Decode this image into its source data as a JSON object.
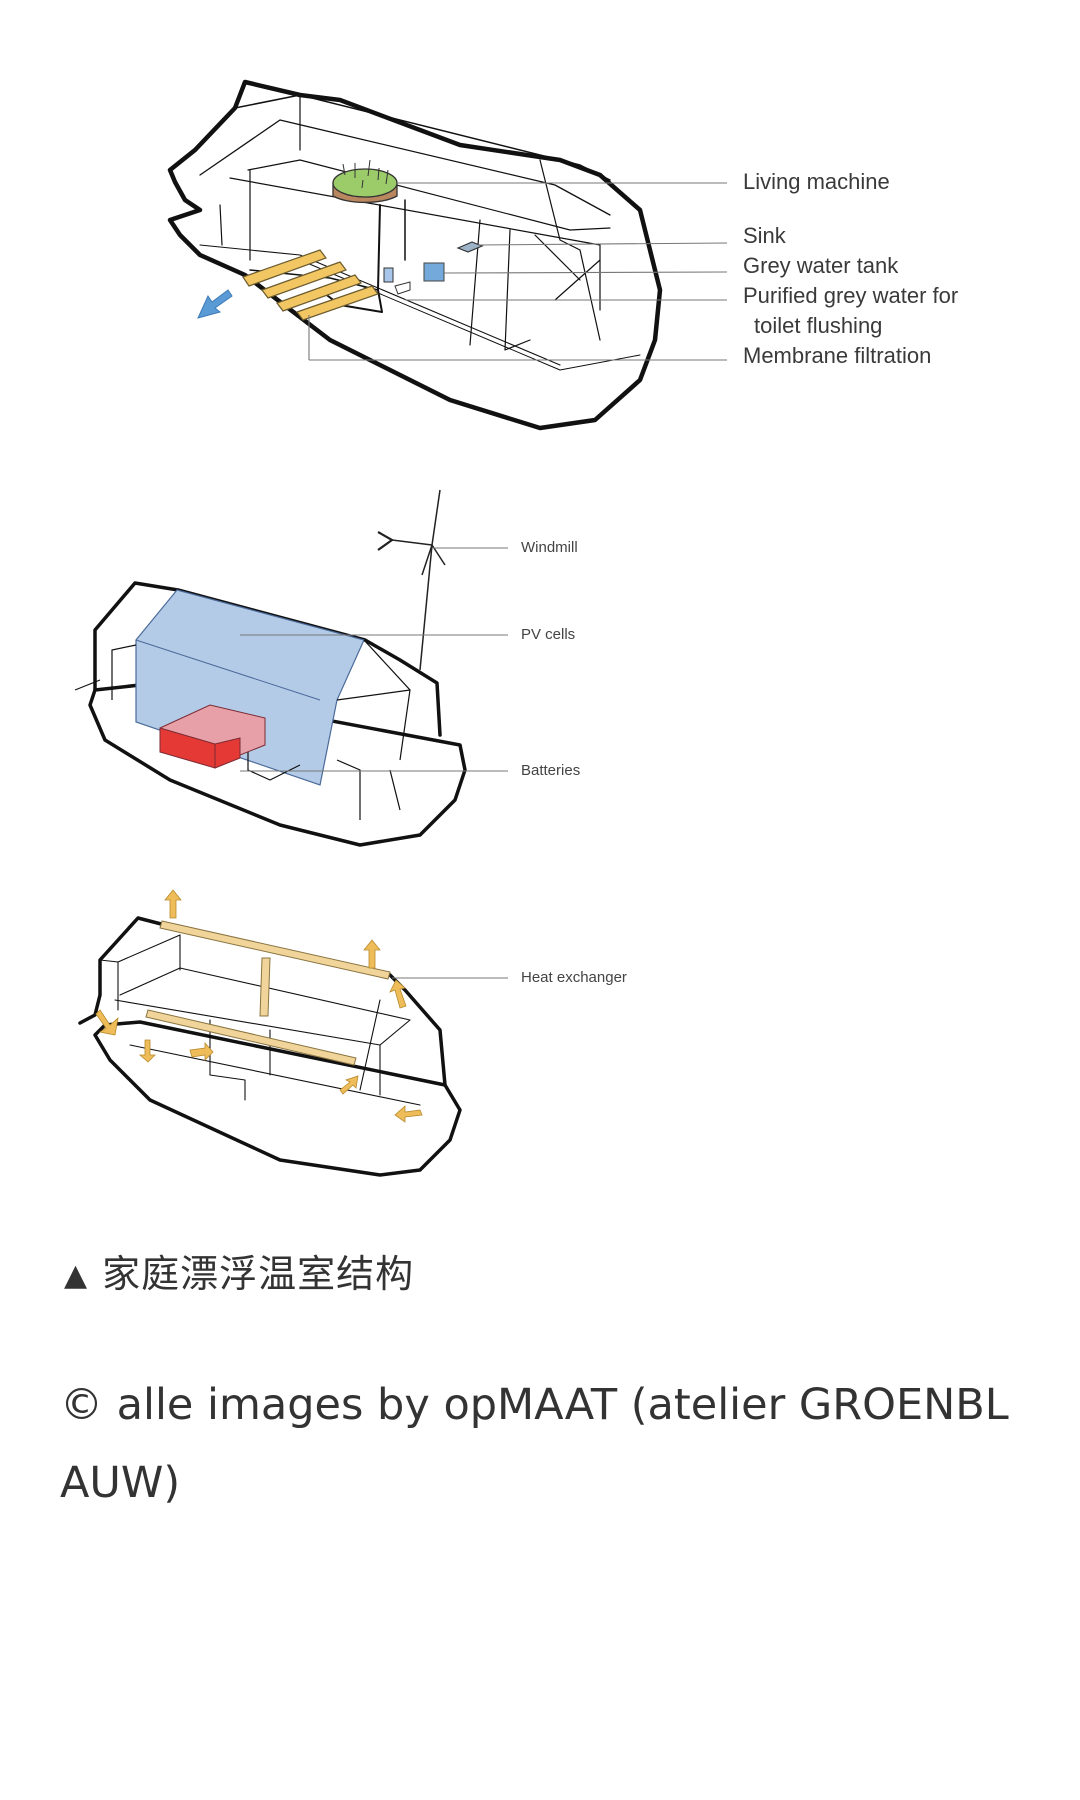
{
  "figures": {
    "water_system": {
      "labels": [
        {
          "text": "Living machine"
        },
        {
          "text": "Sink"
        },
        {
          "text": "Grey water tank"
        },
        {
          "text": "Purified grey water for"
        },
        {
          "text": "toilet flushing"
        },
        {
          "text": "Membrane filtration"
        }
      ]
    },
    "energy_system": {
      "labels": [
        {
          "text": "Windmill"
        },
        {
          "text": "PV cells"
        },
        {
          "text": "Batteries"
        }
      ]
    },
    "climate_system": {
      "labels": [
        {
          "text": "Heat exchanger"
        }
      ]
    }
  },
  "colors": {
    "living_machine_green": "#9ccc6a",
    "living_machine_soil": "#b8865f",
    "membrane_yellow": "#f2c662",
    "water_blue": "#5b9bd5",
    "pv_blue": "#b4cbe8",
    "battery_red": "#e53935",
    "heat_arrow": "#eebd5a"
  },
  "caption": {
    "marker": "▲",
    "text": "家庭漂浮温室结构"
  },
  "credit": {
    "text": "© alle images by opMAAT (atelier GROENBLAUW)"
  }
}
